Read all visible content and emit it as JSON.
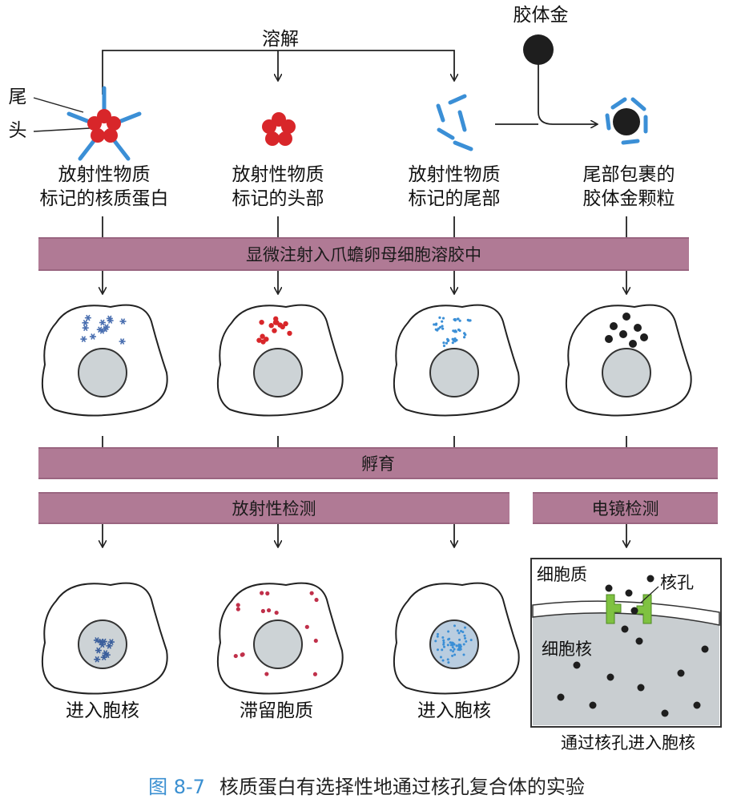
{
  "top": {
    "dissolve": "溶解",
    "colloid_gold": "胶体金"
  },
  "side": {
    "tail": "尾",
    "head": "头"
  },
  "columns": [
    {
      "line1": "放射性物质",
      "line2": "标记的核质蛋白"
    },
    {
      "line1": "放射性物质",
      "line2": "标记的头部"
    },
    {
      "line1": "放射性物质",
      "line2": "标记的尾部"
    },
    {
      "line1": "尾部包裹的",
      "line2": "胶体金颗粒"
    }
  ],
  "bars": {
    "inject": "显微注射入爪蟾卵母细胞溶胶中",
    "incubate": "孵育",
    "radio": "放射性检测",
    "em": "电镜检测"
  },
  "results": [
    "进入胞核",
    "滞留胞质",
    "进入胞核"
  ],
  "em_panel": {
    "cytoplasm": "细胞质",
    "pore": "核孔",
    "nucleus": "细胞核",
    "result": "通过核孔进入胞核"
  },
  "caption": {
    "number": "图 8-7",
    "title": "核质蛋白有选择性地通过核孔复合体的实验"
  },
  "colors": {
    "bar": "#b07a95",
    "head_red": "#d8262a",
    "tail_blue": "#3b8fd6",
    "gold": "#1e1e1e",
    "nucleus_gray": "#cdd3d6",
    "pore_green": "#7fc241",
    "caption_blue": "#3a8fd1"
  }
}
